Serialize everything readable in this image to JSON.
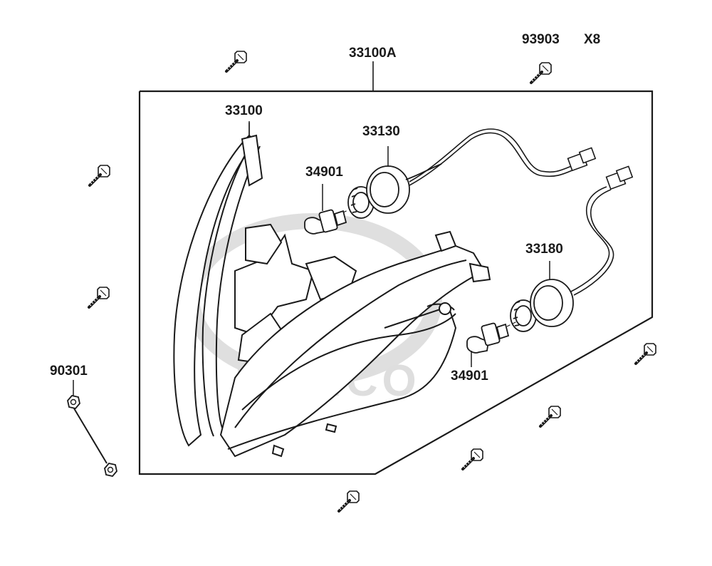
{
  "labels": {
    "assembly": "33100A",
    "screw_part": "93903",
    "screw_qty": "X8",
    "housing": "33100",
    "socket_upper": "33130",
    "bulb_upper": "34901",
    "socket_lower": "33180",
    "bulb_lower": "34901",
    "nut": "90301"
  },
  "watermark": "KYMCO",
  "colors": {
    "line": "#1a1a1a",
    "watermark": "#d9d9d9"
  }
}
